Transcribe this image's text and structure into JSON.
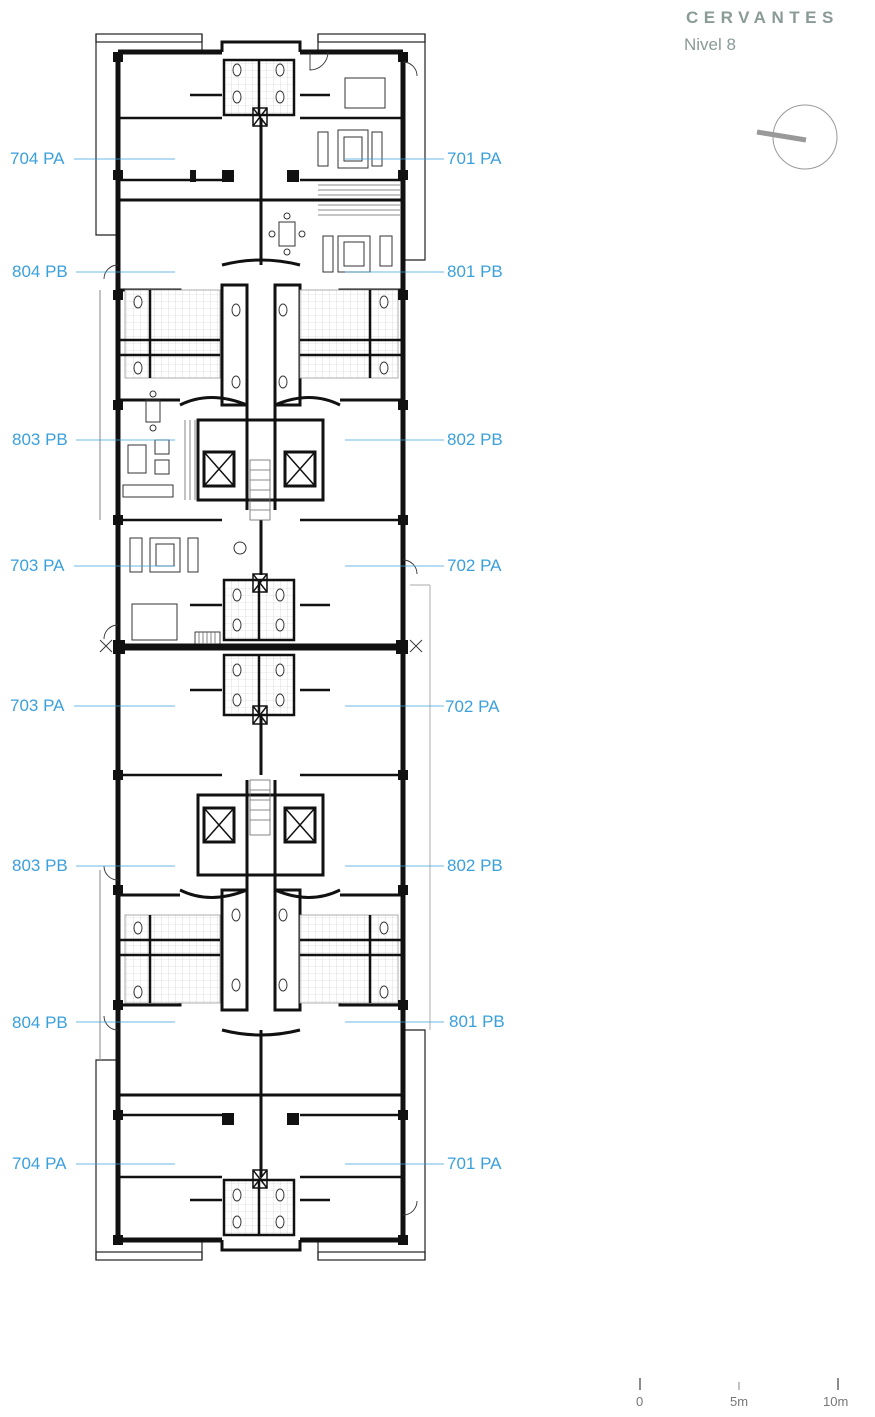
{
  "header": {
    "title": "CERVANTES",
    "subtitle": "Nivel 8"
  },
  "units": {
    "row1_left": "704 PA",
    "row1_right": "701 PA",
    "row2_left": "804 PB",
    "row2_right": "801 PB",
    "row3_left": "803 PB",
    "row3_right": "802 PB",
    "row4_left": "703 PA",
    "row4_right": "702 PA",
    "row5_left": "703 PA",
    "row5_right": "702 PA",
    "row6_left": "803 PB",
    "row6_right": "802 PB",
    "row7_left": "804 PB",
    "row7_right": "801 PB",
    "row8_left": "704 PA",
    "row8_right": "701 PA"
  },
  "scale_bar": {
    "tick_0": "0",
    "tick_5": "5m",
    "tick_10": "10m"
  },
  "colors": {
    "label": "#3aa0dc",
    "wall": "#111111",
    "title": "#8a9a96"
  }
}
